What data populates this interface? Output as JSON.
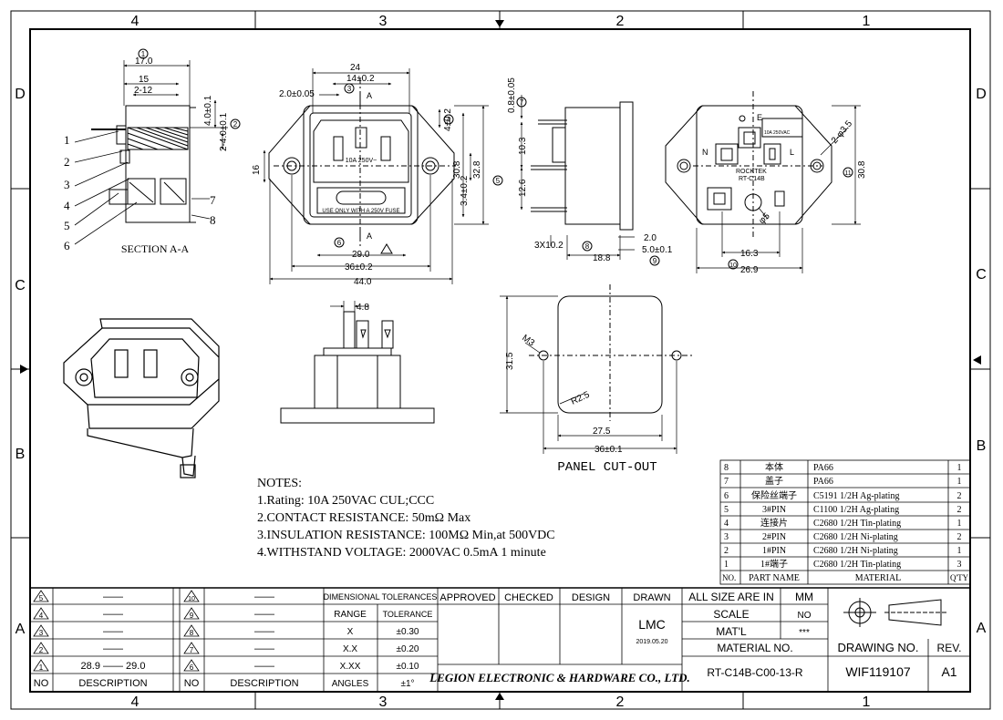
{
  "border": {
    "cols_top": [
      "4",
      "3",
      "2",
      "1"
    ],
    "cols_bottom": [
      "4",
      "3",
      "2",
      "1"
    ],
    "rows_left": [
      "D",
      "C",
      "B",
      "A"
    ],
    "rows_right": [
      "D",
      "C",
      "B",
      "A"
    ]
  },
  "dims": {
    "d17": "17.0",
    "d15": "15",
    "d2_12": "2-12",
    "d4_01": "4.0±0.1",
    "d2_40": "2-4.0±0.1",
    "d24": "24",
    "d14": "14±0.2",
    "d2_005": "2.0±0.05",
    "d4_02": "4±0.2",
    "d16": "16",
    "d30_8": "30.8",
    "d32_8": "32.8",
    "d3_4": "3.4±0.2",
    "d29": "29.0",
    "d36_02": "36±0.2",
    "d44": "44.0",
    "d0_8": "0.8±0.05",
    "d10_3": "10.3",
    "d12_6": "12.6",
    "d3x10": "3X10.2",
    "d18_8": "18.8",
    "d2_0": "2.0",
    "d5_0": "5.0±0.1",
    "d2_35": "2-φ3.5",
    "d30_8b": "30.8",
    "d16_3": "16.3",
    "d26_9": "26.9",
    "d5": "φ5",
    "d4_8": "4.8",
    "d31_5": "31.5",
    "dM3": "M3",
    "dR25": "R2.5",
    "d27_5": "27.5",
    "d36_01": "36±0.1",
    "labelA": "A"
  },
  "front_labels": {
    "rating": "10A 250V~",
    "fuse": "USE ONLY WITH A 250V FUSE"
  },
  "rear_labels": {
    "E": "E",
    "N": "N",
    "L": "L",
    "brand": "ROCKTEK",
    "model": "RT-C14B",
    "rating": "10A 250VAC"
  },
  "section": {
    "title": "SECTION A-A",
    "callouts": [
      "1",
      "2",
      "3",
      "4",
      "5",
      "6",
      "7",
      "8"
    ]
  },
  "panel": {
    "title": "PANEL CUT-OUT"
  },
  "notes": {
    "title": "NOTES:",
    "lines": [
      "1.Rating: 10A 250VAC CUL;CCC",
      "2.CONTACT RESISTANCE: 50mΩ  Max",
      "3.INSULATION RESISTANCE: 100MΩ  Min,at 500VDC",
      "4.WITHSTAND VOLTAGE: 2000VAC 0.5mA 1 minute"
    ]
  },
  "bom": {
    "headers": [
      "NO.",
      "PART NAME",
      "MATERIAL",
      "Q'TY"
    ],
    "rows": [
      [
        "8",
        "本体",
        "PA66",
        "1"
      ],
      [
        "7",
        "盖子",
        "PA66",
        "1"
      ],
      [
        "6",
        "保险丝端子",
        "C5191 1/2H Ag-plating",
        "2"
      ],
      [
        "5",
        "3#PIN",
        "C1100 1/2H Ag-plating",
        "2"
      ],
      [
        "4",
        "连接片",
        "C2680 1/2H Tin-plating",
        "1"
      ],
      [
        "3",
        "2#PIN",
        "C2680 1/2H Ni-plating",
        "2"
      ],
      [
        "2",
        "1#PIN",
        "C2680 1/2H Ni-plating",
        "1"
      ],
      [
        "1",
        "1#端子",
        "C2680 1/2H Tin-plating",
        "3"
      ]
    ]
  },
  "revisions": {
    "left": [
      {
        "no": "5",
        "desc": "——"
      },
      {
        "no": "4",
        "desc": "——"
      },
      {
        "no": "3",
        "desc": "——"
      },
      {
        "no": "2",
        "desc": "——"
      },
      {
        "no": "1",
        "desc": "28.9 —— 29.0"
      }
    ],
    "right": [
      {
        "no": "10",
        "desc": "——"
      },
      {
        "no": "9",
        "desc": "——"
      },
      {
        "no": "8",
        "desc": "——"
      },
      {
        "no": "7",
        "desc": "——"
      },
      {
        "no": "6",
        "desc": "——"
      }
    ],
    "h_no": "NO",
    "h_desc": "DESCRIPTION"
  },
  "tolerances": {
    "title": "DIMENSIONAL TOLERANCES",
    "h_range": "RANGE",
    "h_tol": "TOLERANCE",
    "rows": [
      [
        "X",
        "±0.30"
      ],
      [
        "X.X",
        "±0.20"
      ],
      [
        "X.XX",
        "±0.10"
      ],
      [
        "ANGLES",
        "±1°"
      ]
    ]
  },
  "title_block": {
    "approved": "APPROVED",
    "checked": "CHECKED",
    "design": "DESIGN",
    "drawn": "DRAWN",
    "drawn_by": "LMC",
    "drawn_date": "2019.05.20",
    "company": "LEGION ELECTRONIC & HARDWARE CO., LTD.",
    "size_note": "ALL SIZE ARE IN",
    "units": "MM",
    "scale_label": "SCALE",
    "scale_value": "NO",
    "mat_label": "MAT'L",
    "mat_value": "***",
    "material_no_label": "MATERIAL NO.",
    "material_no": "RT-C14B-C00-13-R",
    "drawing_no_label": "DRAWING NO.",
    "drawing_no": "WIF119107",
    "rev_label": "REV.",
    "rev": "A1"
  }
}
